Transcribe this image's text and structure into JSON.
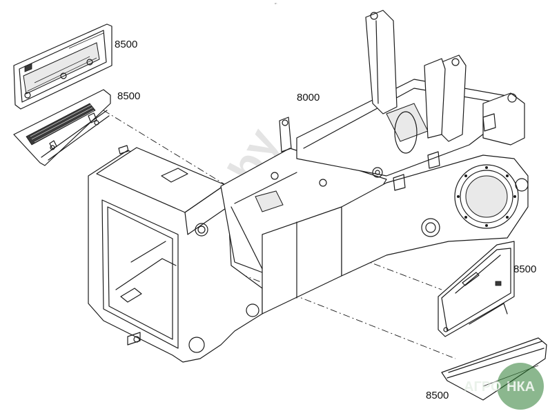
{
  "corner_mark": "″‵",
  "watermark_text": "mkz.by",
  "logo": {
    "text_left": "АГРО",
    "text_right": "НКА",
    "accent": "#2e7d32"
  },
  "callouts": [
    {
      "id": "part-top-panel",
      "label": "8500"
    },
    {
      "id": "part-top-grille",
      "label": "8500"
    },
    {
      "id": "part-main-frame",
      "label": "8000"
    },
    {
      "id": "part-right-panel",
      "label": "8500"
    },
    {
      "id": "part-bottom-plate",
      "label": "8500"
    }
  ]
}
